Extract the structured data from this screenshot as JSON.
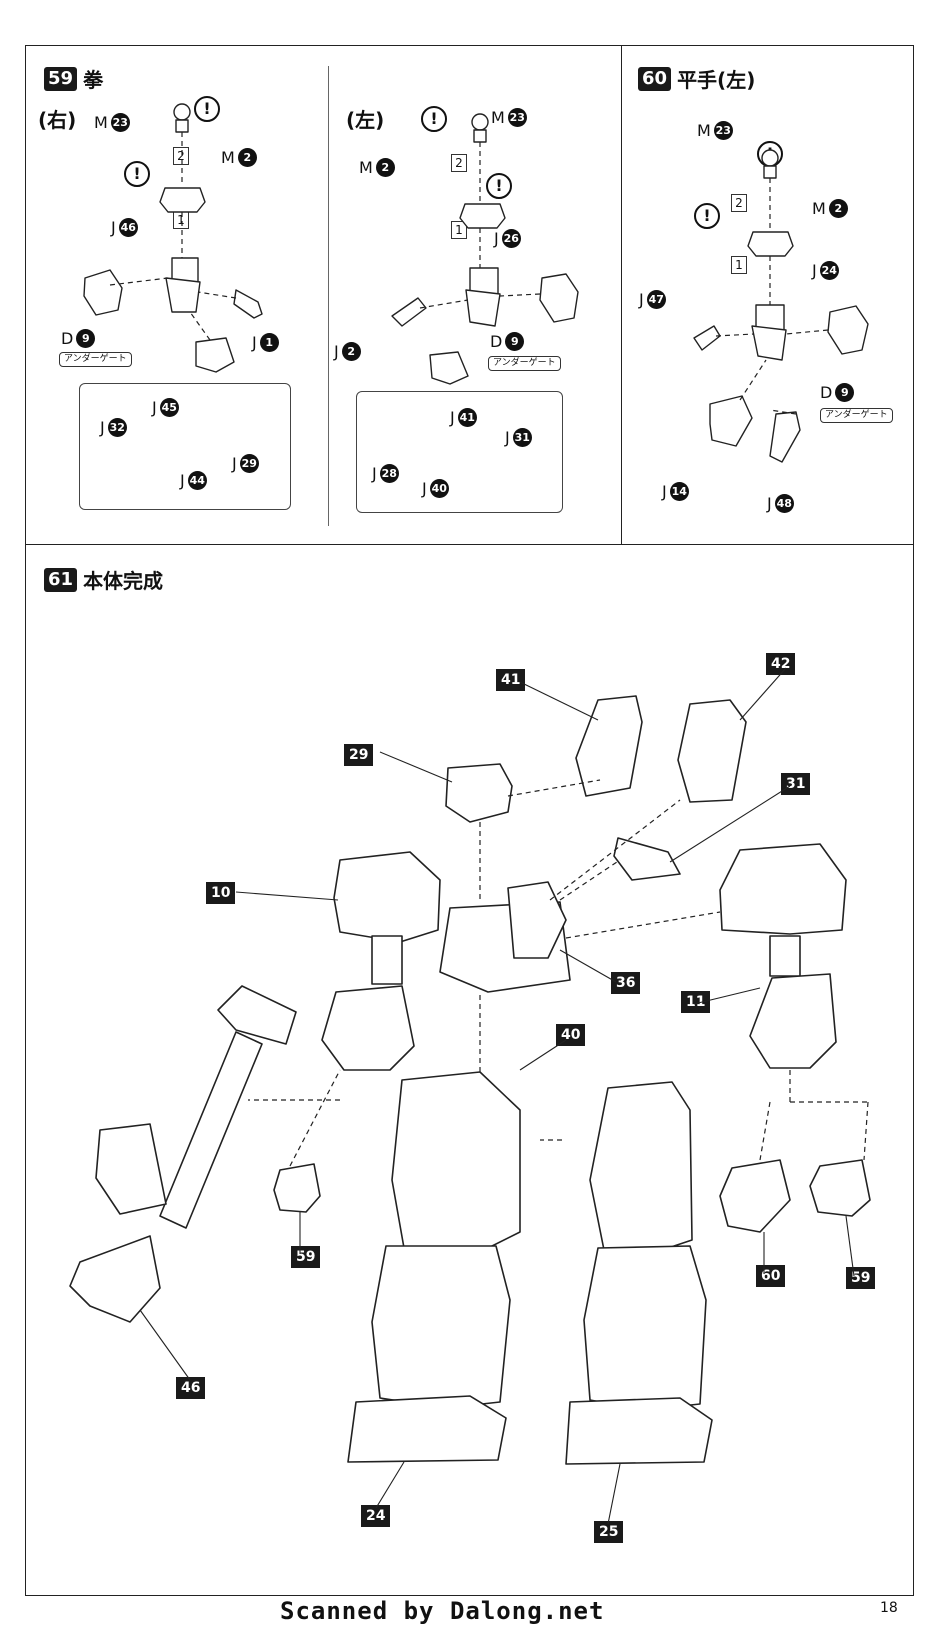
{
  "steps": {
    "s59": {
      "num": "59",
      "title": "拳",
      "right_label": "(右)",
      "left_label": "(左)"
    },
    "s60": {
      "num": "60",
      "title": "平手(左)"
    },
    "s61": {
      "num": "61",
      "title": "本体完成"
    }
  },
  "parts59r": {
    "m23": {
      "letter": "M",
      "num": "23"
    },
    "m2": {
      "letter": "M",
      "num": "2"
    },
    "j46": {
      "letter": "J",
      "num": "46"
    },
    "d9": {
      "letter": "D",
      "num": "9"
    },
    "j1": {
      "letter": "J",
      "num": "1"
    },
    "gate": "アンダーゲート",
    "sub": [
      {
        "letter": "J",
        "num": "45"
      },
      {
        "letter": "J",
        "num": "32"
      },
      {
        "letter": "J",
        "num": "44"
      },
      {
        "letter": "J",
        "num": "29"
      }
    ]
  },
  "parts59l": {
    "m23": {
      "letter": "M",
      "num": "23"
    },
    "m2": {
      "letter": "M",
      "num": "2"
    },
    "j26": {
      "letter": "J",
      "num": "26"
    },
    "j2": {
      "letter": "J",
      "num": "2"
    },
    "d9": {
      "letter": "D",
      "num": "9"
    },
    "gate": "アンダーゲート",
    "sub": [
      {
        "letter": "J",
        "num": "41"
      },
      {
        "letter": "J",
        "num": "31"
      },
      {
        "letter": "J",
        "num": "28"
      },
      {
        "letter": "J",
        "num": "40"
      }
    ]
  },
  "parts60": {
    "m23": {
      "letter": "M",
      "num": "23"
    },
    "m2": {
      "letter": "M",
      "num": "2"
    },
    "j24": {
      "letter": "J",
      "num": "24"
    },
    "j47": {
      "letter": "J",
      "num": "47"
    },
    "d9": {
      "letter": "D",
      "num": "9"
    },
    "gate": "アンダーゲート",
    "j14": {
      "letter": "J",
      "num": "14"
    },
    "j48": {
      "letter": "J",
      "num": "48"
    }
  },
  "order": {
    "one": "1",
    "two": "2"
  },
  "warn_symbol": "!",
  "assembly_labels": [
    "41",
    "42",
    "29",
    "31",
    "10",
    "36",
    "11",
    "40",
    "59",
    "60",
    "59",
    "46",
    "24",
    "25"
  ],
  "footer": {
    "scan": "Scanned by Dalong.net",
    "page": "18"
  }
}
